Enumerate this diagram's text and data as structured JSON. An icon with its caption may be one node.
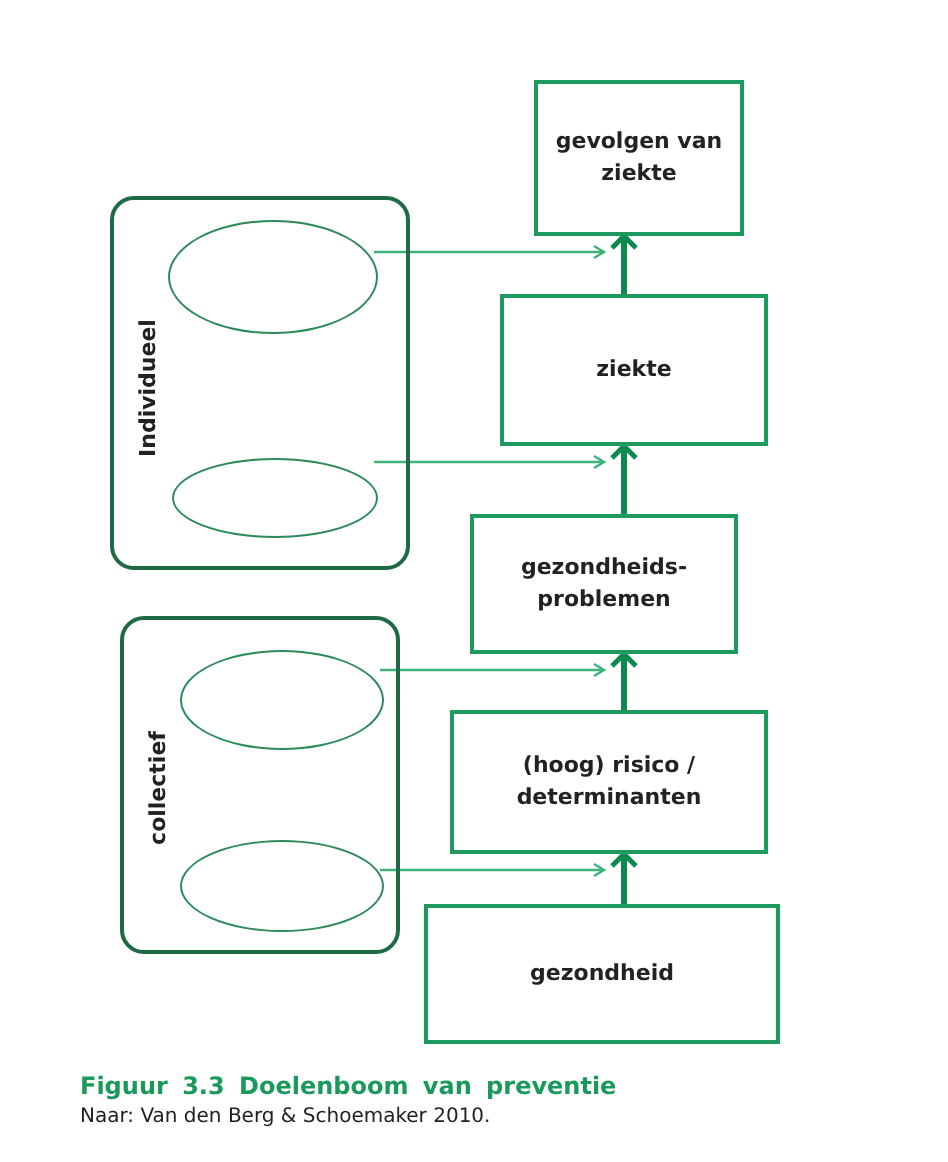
{
  "diagram": {
    "title": "Figuur 3.3 Doelenboom van preventie",
    "caption": "Naar: Van den Berg & Schoemaker 2010.",
    "nodes": [
      {
        "text": [
          "Individueel"
        ]
      },
      {
        "text": [],
        "shape": "ellipse",
        "in": 0
      },
      {
        "text": [],
        "shape": "ellipse",
        "in": 0
      },
      {
        "text": [
          "collectief"
        ]
      },
      {
        "text": [],
        "shape": "ellipse",
        "in": 3
      },
      {
        "text": [],
        "shape": "ellipse",
        "in": 3
      },
      {
        "text": [
          "gevolgen van ziekte"
        ]
      },
      {
        "text": [
          "ziekte"
        ]
      },
      {
        "text": [
          "gezondheids- problemen"
        ]
      },
      {
        "text": [
          "(hoog) risico / determinanten"
        ]
      },
      {
        "text": [
          "gezondheid"
        ]
      }
    ],
    "edges": [
      {
        "from": 10,
        "to": 9,
        "arrow": "to",
        "style": "thick",
        "color": "#0b8a4c"
      },
      {
        "from": 9,
        "to": 8,
        "arrow": "to",
        "style": "thick",
        "color": "#0b8a4c"
      },
      {
        "from": 8,
        "to": 7,
        "arrow": "to",
        "style": "thick",
        "color": "#0b8a4c"
      },
      {
        "from": 7,
        "to": 6,
        "arrow": "to",
        "style": "thick",
        "color": "#0b8a4c"
      },
      {
        "from": 1,
        "to": 6,
        "arrow": "to"
      },
      {
        "from": 2,
        "to": 7,
        "arrow": "to"
      },
      {
        "from": 4,
        "to": 8,
        "arrow": "to"
      },
      {
        "from": 5,
        "to": 9,
        "arrow": "to"
      }
    ]
  }
}
